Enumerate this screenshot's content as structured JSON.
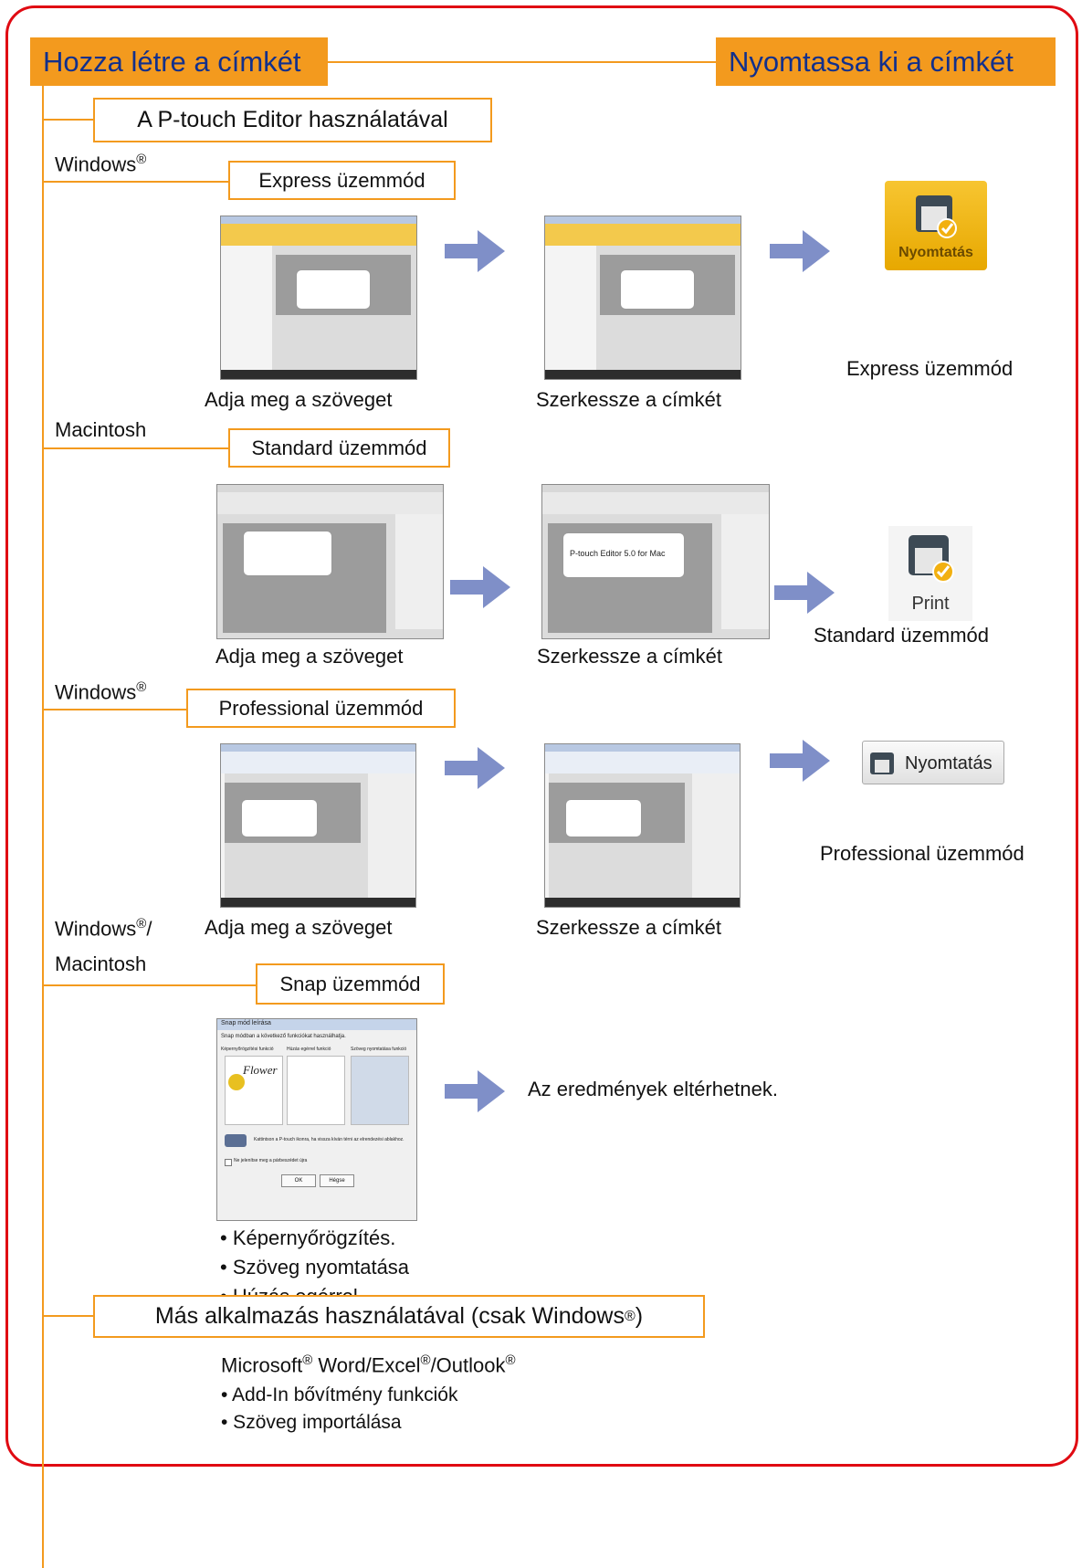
{
  "header": {
    "create_label": "Hozza létre a címkét",
    "print_label": "Nyomtassa ki a címkét"
  },
  "ptouch_box": "A P-touch Editor használatával",
  "sections": {
    "express": {
      "os_label": "Windows",
      "os_sup": "®",
      "mode_box": "Express üzemmód",
      "step1_caption": "Adja meg a szöveget",
      "step2_caption": "Szerkessze a címkét",
      "print_icon_text": "Nyomtatás",
      "result_caption": "Express üzemmód"
    },
    "standard": {
      "os_label": "Macintosh",
      "mode_box": "Standard üzemmód",
      "step1_caption": "Adja meg a szöveget",
      "step2_caption": "Szerkessze a címkét",
      "screenshot_label_text": "P-touch Editor 5.0 for Mac",
      "print_icon_text": "Print",
      "result_caption": "Standard üzemmód"
    },
    "professional": {
      "os_label": "Windows",
      "os_sup": "®",
      "mode_box": "Professional üzemmód",
      "step1_caption": "Adja meg a szöveget",
      "step2_caption": "Szerkessze a címkét",
      "print_button_text": "Nyomtatás",
      "result_caption": "Professional üzemmód"
    },
    "snap": {
      "os_label_line1": "Windows",
      "os_sup": "®",
      "os_label_slash": "/",
      "os_label_line2": "Macintosh",
      "mode_box": "Snap üzemmód",
      "dialog_title": "Snap mód leírása",
      "dialog_intro": "Snap módban a következő funkciókat használhatja.",
      "dialog_col1": "Képernyőrögzítési funkció",
      "dialog_col2": "Húzás egérrel funkció",
      "dialog_col3": "Szöveg nyomtatása funkció",
      "dialog_flower": "Flower",
      "dialog_note": "Kattintson a P-touch ikonra, ha vissza kíván térni az elrendezési ablakhoz.",
      "dialog_checkbox": "Ne jelenítse meg a párbeszédet újra",
      "dialog_ok": "OK",
      "dialog_help": "Hégse",
      "result_text": "Az eredmények eltérhetnek.",
      "features": [
        "• Képernyőrögzítés.",
        "• Szöveg nyomtatása",
        "• Húzás egérrel"
      ]
    }
  },
  "other_app": {
    "box_text": "Más alkalmazás használatával (csak Windows",
    "box_sup": "®",
    "box_close": ")",
    "ms_line_1": "Microsoft",
    "ms_sup": "®",
    "ms_line_2": " Word/Excel",
    "ms_line_3": "/Outlook",
    "bullets": [
      "• Add-In bővítmény funkciók",
      "• Szöveg importálása"
    ]
  },
  "colors": {
    "border_red": "#e00a12",
    "orange": "#f39a1e",
    "header_text": "#12308c",
    "arrow": "#7f8fc8"
  }
}
